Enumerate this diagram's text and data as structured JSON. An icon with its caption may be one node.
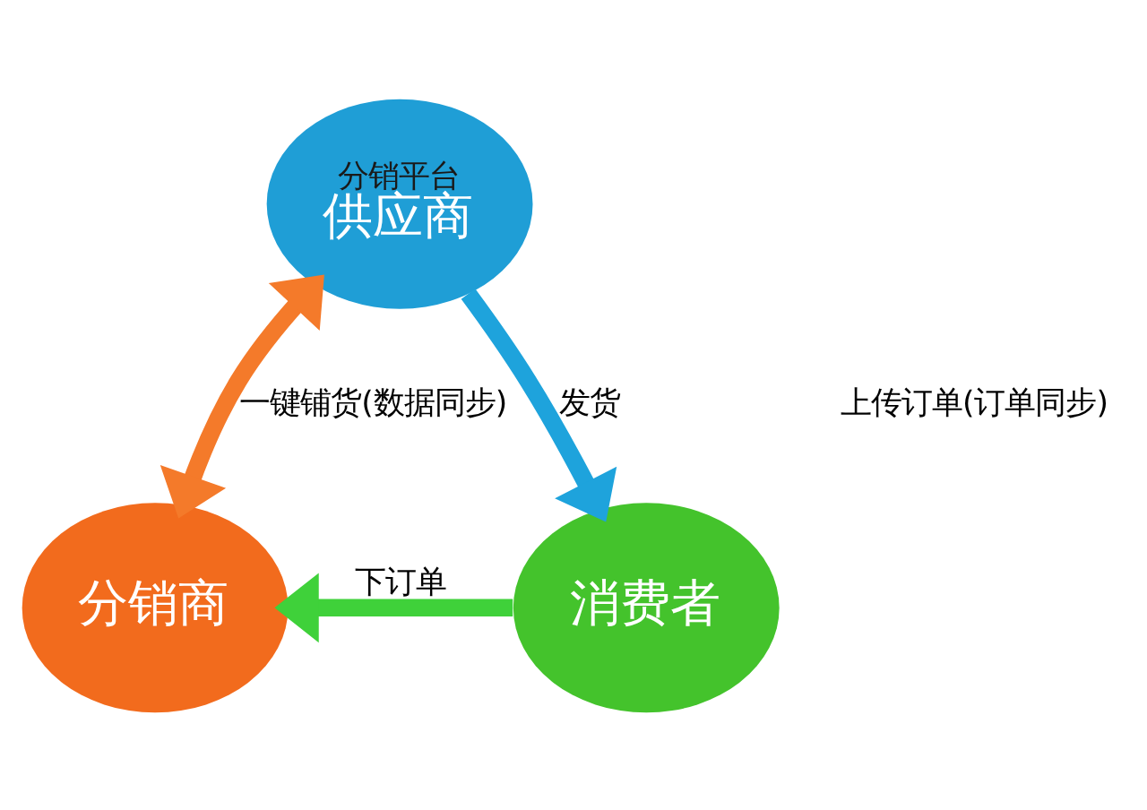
{
  "diagram": {
    "nodes": [
      {
        "text": [
          "分销平台",
          "供应商"
        ]
      },
      {
        "text": [
          "分销商"
        ]
      },
      {
        "text": [
          "消费者"
        ]
      }
    ],
    "edges": [
      {
        "from": 0,
        "to": 1,
        "arrow": "both",
        "label": "一键铺货(数据同步)",
        "color": "#f47a2a"
      },
      {
        "from": 0,
        "to": 2,
        "arrow": "to",
        "label": "发货",
        "color": "#1ea3dc"
      },
      {
        "from": 2,
        "to": 1,
        "arrow": "to",
        "label": "下订单",
        "color": "#3fd13a"
      }
    ],
    "labels": [
      "上传订单(订单同步)"
    ]
  }
}
